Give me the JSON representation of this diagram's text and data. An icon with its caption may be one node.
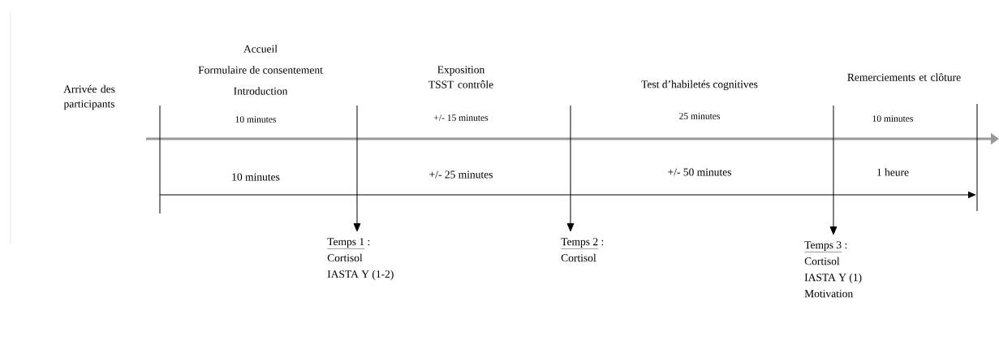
{
  "diagram": {
    "nodes": [
      {
        "text": [
          "Temps 1",
          ":",
          "Cortisol",
          "IASTA Y (1-2)"
        ]
      },
      {
        "text": [
          "Temps 2",
          ":",
          "Cortisol"
        ]
      },
      {
        "text": [
          "Temps 3",
          ":",
          "Cortisol",
          "IASTA Y (1)",
          "Motivation"
        ]
      }
    ],
    "edges": [
      {
        "from": null,
        "to": 0,
        "arrow": "to"
      },
      {
        "from": null,
        "to": 1,
        "arrow": "to"
      },
      {
        "from": null,
        "to": 2,
        "arrow": "to"
      }
    ],
    "labels": [
      "Arrivée des participants",
      "Accueil",
      "Formulaire de consentement",
      "Introduction",
      "10 minutes",
      "Exposition TSST contrôle",
      "+/- 15 minutes",
      "Test d’habiletés cognitives",
      "25 minutes",
      "Remerciements et clôture",
      "10 minutes",
      "10 minutes",
      "+/- 25 minutes",
      "+/- 50 minutes",
      "1 heure"
    ]
  }
}
